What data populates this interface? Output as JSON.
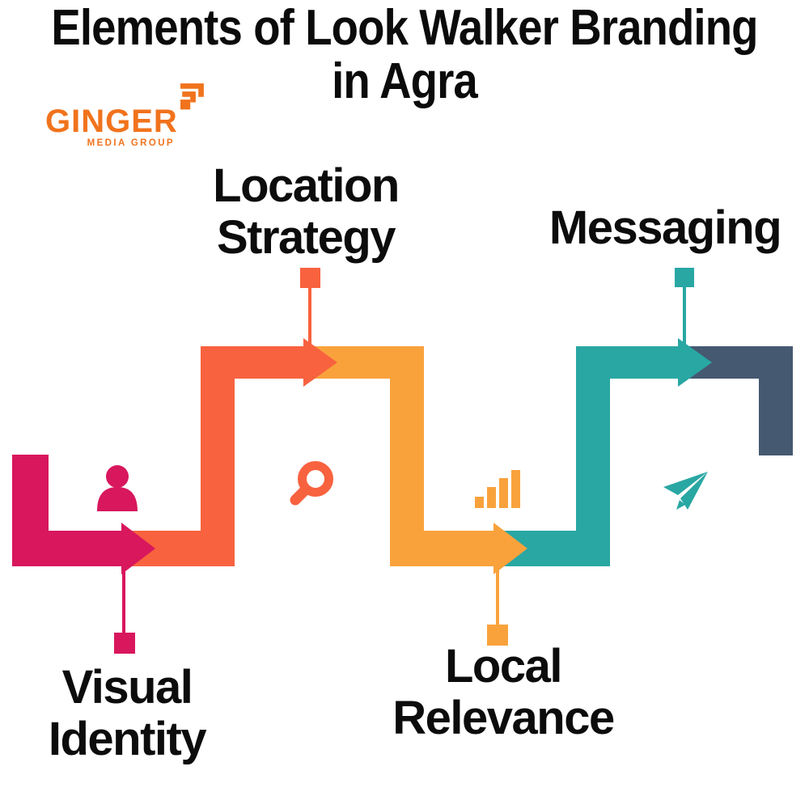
{
  "title": "Elements of Look Walker Branding\nin Agra",
  "logo": {
    "name": "GINGER",
    "tagline": "MEDIA GROUP",
    "color": "#F1731D",
    "icon": "ginger-logo-icon"
  },
  "colors": {
    "pink": "#D8175D",
    "orange": "#F8623F",
    "amber": "#F9A23C",
    "teal": "#29A7A3",
    "navy": "#455970",
    "text": "#0C0C0C",
    "background": "#FFFFFF"
  },
  "steps": [
    {
      "label": "Visual\nIdentity",
      "icon": "person-icon",
      "color": "#D8175D",
      "label_position": "below-left"
    },
    {
      "label": "Location\nStrategy",
      "icon": "magnifier-icon",
      "color": "#F8623F",
      "label_position": "above"
    },
    {
      "label": "Local\nRelevance",
      "icon": "bar-chart-icon",
      "color": "#F9A23C",
      "label_position": "below"
    },
    {
      "label": "Messaging",
      "icon": "paper-plane-icon",
      "color": "#29A7A3",
      "label_position": "above-right"
    }
  ],
  "path_end_color": "#455970"
}
